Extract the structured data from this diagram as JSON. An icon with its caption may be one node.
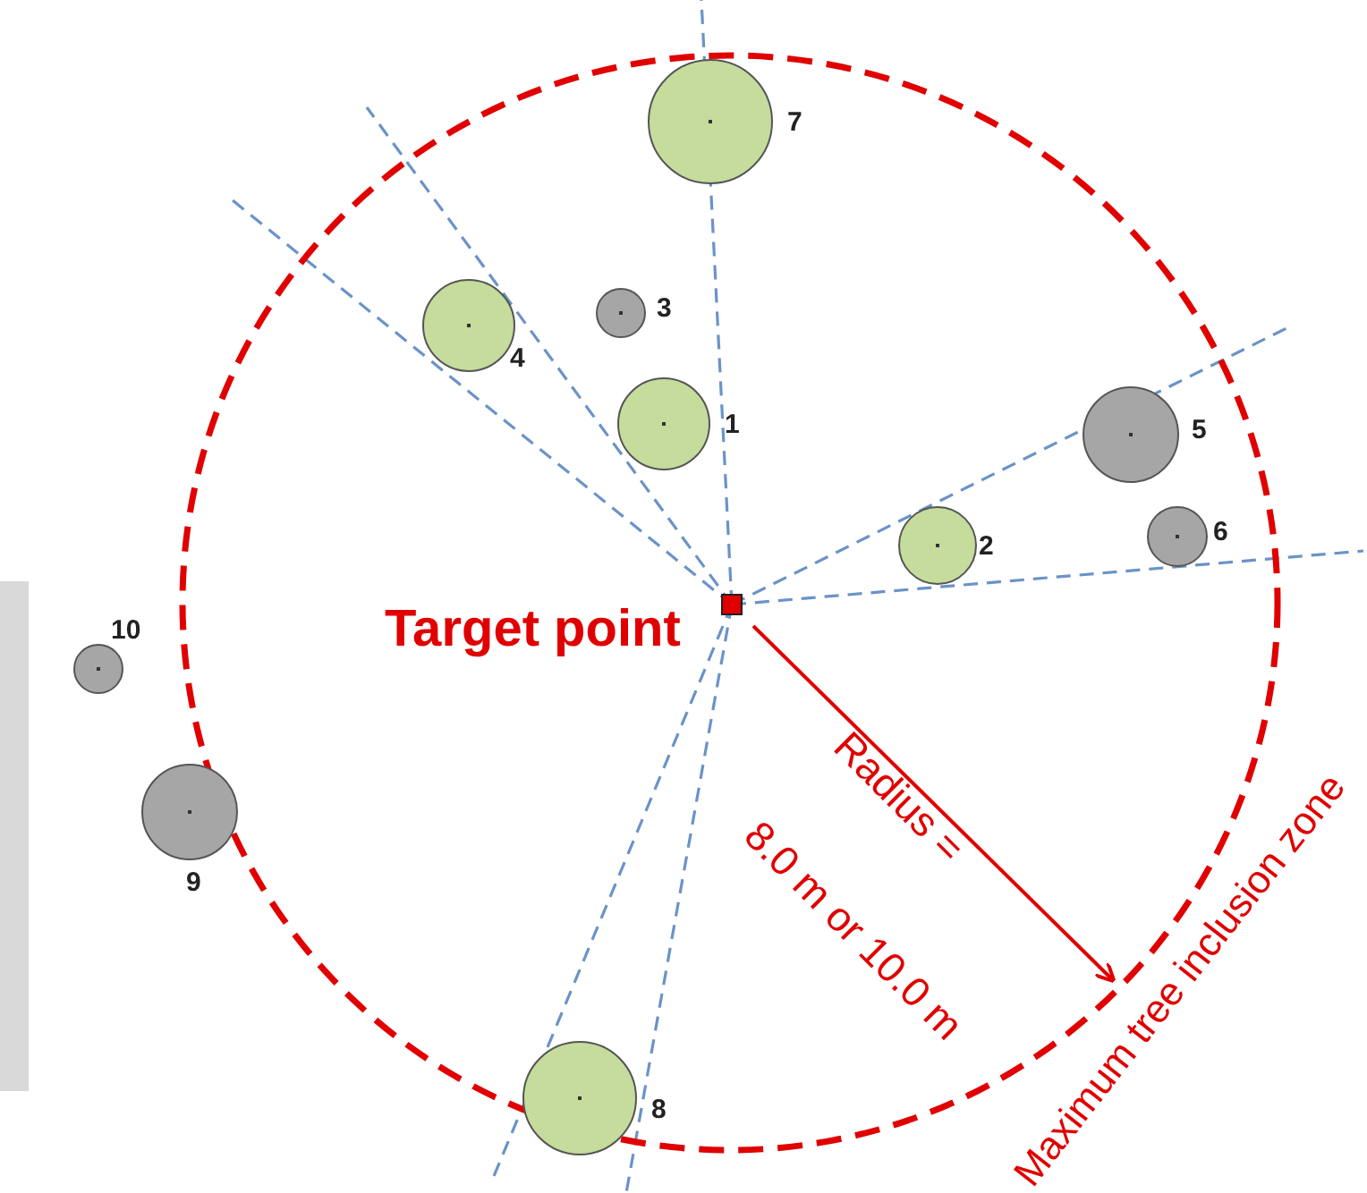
{
  "diagram": {
    "nodes": [
      {
        "text": [
          "Maximum tree inclusion zone"
        ]
      },
      {
        "text": [
          "Target point"
        ],
        "in": 0
      },
      {
        "text": [
          "1"
        ],
        "in": 0
      },
      {
        "text": [
          "2"
        ],
        "in": 0
      },
      {
        "text": [
          "3"
        ],
        "in": 0
      },
      {
        "text": [
          "4"
        ],
        "in": 0
      },
      {
        "text": [
          "5"
        ],
        "in": 0
      },
      {
        "text": [
          "6"
        ],
        "in": 0
      },
      {
        "text": [
          "7"
        ],
        "in": 0
      },
      {
        "text": [
          "8"
        ],
        "in": 0
      },
      {
        "text": [
          "9"
        ]
      },
      {
        "text": [
          "10"
        ]
      }
    ],
    "labels": [
      "Radius =",
      "8.0 m or 10.0 m"
    ]
  }
}
